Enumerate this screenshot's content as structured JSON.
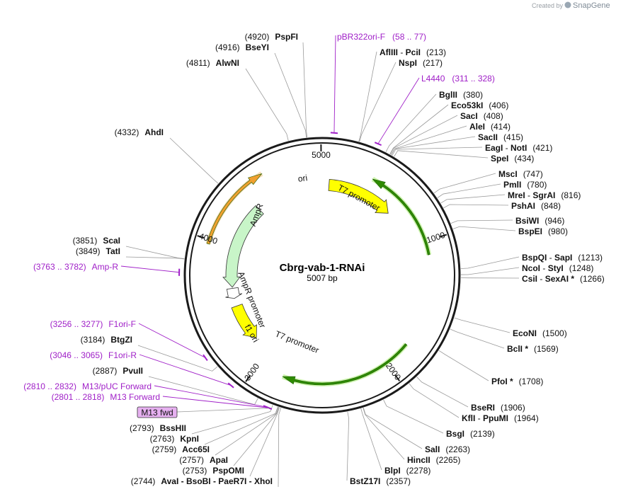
{
  "plasmid": {
    "name": "Cbrg-vab-1-RNAi",
    "length_label": "5007 bp",
    "length": 5007
  },
  "branding": {
    "prefix": "Created by",
    "product": "SnapGene"
  },
  "ticks": [
    {
      "label": "5000",
      "bp": 5000
    },
    {
      "label": "1000",
      "bp": 1000
    },
    {
      "label": "2000",
      "bp": 2000
    },
    {
      "label": "3000",
      "bp": 3000
    },
    {
      "label": "4000",
      "bp": 4000
    }
  ],
  "features": [
    {
      "label": "ori",
      "start": 60,
      "end": 650,
      "color": "#ffff00",
      "strand": "+"
    },
    {
      "label": "T7 promoter",
      "start": 385,
      "end": 1100,
      "color": "#2e8b00",
      "strand": "-"
    },
    {
      "label": "AmpR",
      "start": 3650,
      "end": 4400,
      "color": "#c8f5c8",
      "strand": "-"
    },
    {
      "label": "AmpR promoter",
      "start": 3550,
      "end": 3640,
      "color": "#ffffff",
      "strand": "-"
    },
    {
      "label": "f1 ori",
      "start": 3150,
      "end": 3480,
      "color": "#ffff00",
      "strand": "-"
    },
    {
      "label": "T7 promoter",
      "start": 1800,
      "end": 2800,
      "color": "#2e8b00",
      "strand": "+"
    },
    {
      "label": "",
      "start": 3970,
      "end": 4580,
      "color": "#f0a030",
      "strand": "+"
    }
  ],
  "enzymes_right": [
    {
      "name": "AflIII",
      "name2": "PciI",
      "pos": "(213)",
      "bp": 213
    },
    {
      "name": "NspI",
      "name2": "",
      "pos": "(217)",
      "bp": 217
    },
    {
      "name": "BglII",
      "name2": "",
      "pos": "(380)",
      "bp": 380
    },
    {
      "name": "Eco53kI",
      "name2": "",
      "pos": "(406)",
      "bp": 406
    },
    {
      "name": "SacI",
      "name2": "",
      "pos": "(408)",
      "bp": 408
    },
    {
      "name": "AleI",
      "name2": "",
      "pos": "(414)",
      "bp": 414
    },
    {
      "name": "SacII",
      "name2": "",
      "pos": "(415)",
      "bp": 415
    },
    {
      "name": "EagI",
      "name2": "NotI",
      "pos": "(421)",
      "bp": 421
    },
    {
      "name": "SpeI",
      "name2": "",
      "pos": "(434)",
      "bp": 434
    },
    {
      "name": "MscI",
      "name2": "",
      "pos": "(747)",
      "bp": 747
    },
    {
      "name": "PmlI",
      "name2": "",
      "pos": "(780)",
      "bp": 780
    },
    {
      "name": "MreI",
      "name2": "SgrAI",
      "pos": "(816)",
      "bp": 816
    },
    {
      "name": "PshAI",
      "name2": "",
      "pos": "(848)",
      "bp": 848
    },
    {
      "name": "BsiWI",
      "name2": "",
      "pos": "(946)",
      "bp": 946
    },
    {
      "name": "BspEI",
      "name2": "",
      "pos": "(980)",
      "bp": 980
    },
    {
      "name": "BspQI",
      "name2": "SapI",
      "pos": "(1213)",
      "bp": 1213
    },
    {
      "name": "NcoI",
      "name2": "StyI",
      "pos": "(1248)",
      "bp": 1248
    },
    {
      "name": "CsiI",
      "name2": "SexAI *",
      "pos": "(1266)",
      "bp": 1266
    },
    {
      "name": "EcoNI",
      "name2": "",
      "pos": "(1500)",
      "bp": 1500
    },
    {
      "name": "BclI *",
      "name2": "",
      "pos": "(1569)",
      "bp": 1569
    },
    {
      "name": "PfoI *",
      "name2": "",
      "pos": "(1708)",
      "bp": 1708
    },
    {
      "name": "BseRI",
      "name2": "",
      "pos": "(1906)",
      "bp": 1906
    },
    {
      "name": "KflI",
      "name2": "PpuMI",
      "pos": "(1964)",
      "bp": 1964
    },
    {
      "name": "BsgI",
      "name2": "",
      "pos": "(2139)",
      "bp": 2139
    },
    {
      "name": "SalI",
      "name2": "",
      "pos": "(2263)",
      "bp": 2263
    },
    {
      "name": "HincII",
      "name2": "",
      "pos": "(2265)",
      "bp": 2265
    },
    {
      "name": "BlpI",
      "name2": "",
      "pos": "(2278)",
      "bp": 2278
    },
    {
      "name": "BstZ17I",
      "name2": "",
      "pos": "(2357)",
      "bp": 2357
    }
  ],
  "enzymes_left": [
    {
      "name": "PspFI",
      "pos": "(4920)",
      "bp": 4920
    },
    {
      "name": "BseYI",
      "pos": "(4916)",
      "bp": 4916
    },
    {
      "name": "AlwNI",
      "pos": "(4811)",
      "bp": 4811
    },
    {
      "name": "AhdI",
      "pos": "(4332)",
      "bp": 4332
    },
    {
      "name": "ScaI",
      "pos": "(3851)",
      "bp": 3851
    },
    {
      "name": "TatI",
      "pos": "(3849)",
      "bp": 3849
    },
    {
      "name": "BtgZI",
      "pos": "(3184)",
      "bp": 3184
    },
    {
      "name": "PvuII",
      "pos": "(2887)",
      "bp": 2887
    },
    {
      "name": "BssHII",
      "pos": "(2793)",
      "bp": 2793
    },
    {
      "name": "KpnI",
      "pos": "(2763)",
      "bp": 2763
    },
    {
      "name": "Acc65I",
      "pos": "(2759)",
      "bp": 2759
    },
    {
      "name": "ApaI",
      "pos": "(2757)",
      "bp": 2757
    },
    {
      "name": "PspOMI",
      "pos": "(2753)",
      "bp": 2753
    },
    {
      "name": "AvaI - BsoBI - PaeR7I - XhoI",
      "pos": "(2744)",
      "bp": 2744
    }
  ],
  "primers": [
    {
      "name": "pBR322ori-F",
      "range": "(58 .. 77)",
      "bp": 67
    },
    {
      "name": "L4440",
      "range": "(311 .. 328)",
      "bp": 320
    },
    {
      "name": "Amp-R",
      "range": "(3763 .. 3782)",
      "bp": 3772
    },
    {
      "name": "F1ori-F",
      "range": "(3256 .. 3277)",
      "bp": 3266
    },
    {
      "name": "F1ori-R",
      "range": "(3046 .. 3065)",
      "bp": 3055
    },
    {
      "name": "M13/pUC Forward",
      "range": "(2810 .. 2832)",
      "bp": 2821
    },
    {
      "name": "M13 Forward",
      "range": "(2801 .. 2818)",
      "bp": 2810
    }
  ],
  "badge": {
    "label": "M13 fwd"
  }
}
